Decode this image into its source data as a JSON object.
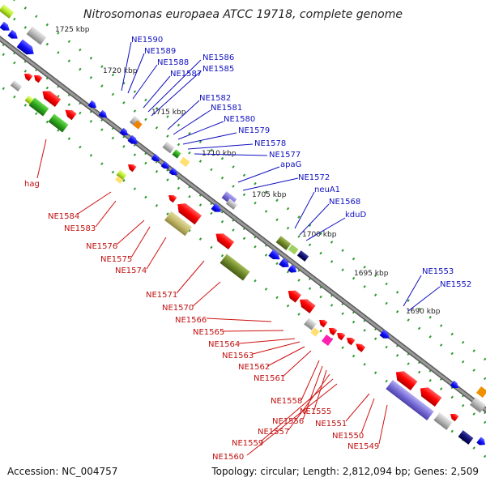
{
  "title": "Nitrosomonas europaea ATCC 19718, complete genome",
  "accession": "Accession: NC_004757",
  "summary": "Topology: circular; Length: 2,812,094 bp; Genes: 2,509",
  "ticks": [
    {
      "label": "1725 kbp"
    },
    {
      "label": "1720 kbp"
    },
    {
      "label": "1715 kbp"
    },
    {
      "label": "1710 kbp"
    },
    {
      "label": "1705 kbp"
    },
    {
      "label": "1700 kbp"
    },
    {
      "label": "1695 kbp"
    },
    {
      "label": "1690 kbp"
    }
  ],
  "upper_genes": [
    {
      "name": "NE1590"
    },
    {
      "name": "NE1589"
    },
    {
      "name": "NE1588"
    },
    {
      "name": "NE1587"
    },
    {
      "name": "NE1586"
    },
    {
      "name": "NE1585"
    },
    {
      "name": "NE1582"
    },
    {
      "name": "NE1581"
    },
    {
      "name": "NE1580"
    },
    {
      "name": "NE1579"
    },
    {
      "name": "NE1578"
    },
    {
      "name": "NE1577"
    },
    {
      "name": "apaG"
    },
    {
      "name": "NE1572"
    },
    {
      "name": "neuA1"
    },
    {
      "name": "NE1568"
    },
    {
      "name": "kduD"
    },
    {
      "name": "NE1553"
    },
    {
      "name": "NE1552"
    }
  ],
  "lower_genes": [
    {
      "name": "hag"
    },
    {
      "name": "NE1584"
    },
    {
      "name": "NE1583"
    },
    {
      "name": "NE1576"
    },
    {
      "name": "NE1575"
    },
    {
      "name": "NE1574"
    },
    {
      "name": "NE1571"
    },
    {
      "name": "NE1570"
    },
    {
      "name": "NE1566"
    },
    {
      "name": "NE1565"
    },
    {
      "name": "NE1564"
    },
    {
      "name": "NE1563"
    },
    {
      "name": "NE1562"
    },
    {
      "name": "NE1561"
    },
    {
      "name": "NE1558"
    },
    {
      "name": "NE1556"
    },
    {
      "name": "NE1555"
    },
    {
      "name": "NE1557"
    },
    {
      "name": "NE1551"
    },
    {
      "name": "NE1559"
    },
    {
      "name": "NE1550"
    },
    {
      "name": "NE1560"
    },
    {
      "name": "NE1549"
    }
  ],
  "colors": {
    "forward_label": "#1010c0",
    "reverse_label": "#c01010",
    "forward_cds": "#1a1aff",
    "reverse_cds": "#ee1111",
    "backbone": "#777777",
    "ruler_ticks": "#2e9a2e"
  }
}
